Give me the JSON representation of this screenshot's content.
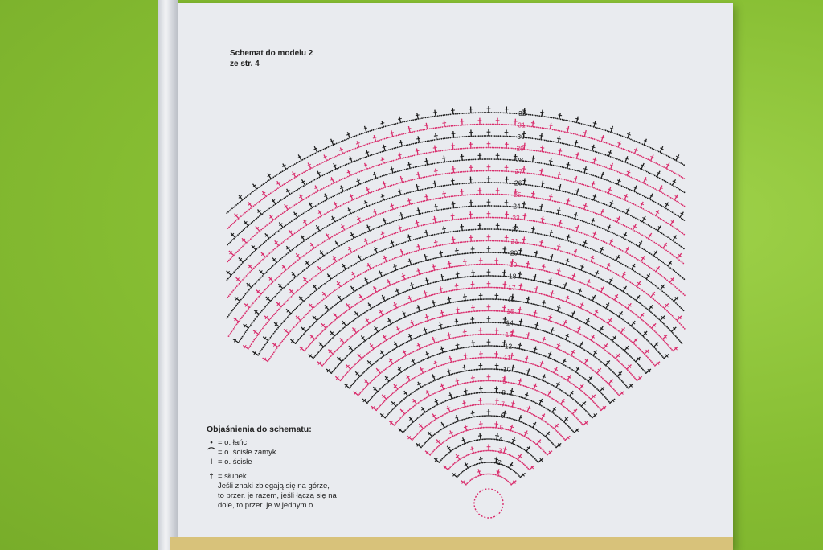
{
  "title": {
    "line1": "Schemat do modelu 2",
    "line2": "ze str. 4"
  },
  "legend": {
    "title": "Objaśnienia do schematu:",
    "items": [
      {
        "symbol": "•",
        "label": "= o. łańc."
      },
      {
        "symbol": "⌒",
        "label": "= o. ścisłe zamyk."
      },
      {
        "symbol": "I",
        "label": "= o. ścisłe"
      },
      {
        "symbol": "†",
        "label": "= słupek"
      }
    ],
    "note_line1": "Jeśli znaki zbiegają się na górze,",
    "note_line2": "to przer. je razem, jeśli łączą się na",
    "note_line3": "dole, to przer. je w jednym o."
  },
  "row_numbers": [
    "1",
    "2",
    "3",
    "4",
    "5",
    "6",
    "7",
    "8",
    "9",
    "10",
    "11",
    "12",
    "13",
    "14",
    "15",
    "16",
    "17",
    "18",
    "19",
    "20",
    "21",
    "22",
    "23",
    "24",
    "25",
    "26",
    "27",
    "28",
    "29",
    "30",
    "31",
    "32"
  ],
  "colors": {
    "pink": "#d92a6a",
    "black": "#1b1b1b",
    "paper": "#e9ebef"
  }
}
